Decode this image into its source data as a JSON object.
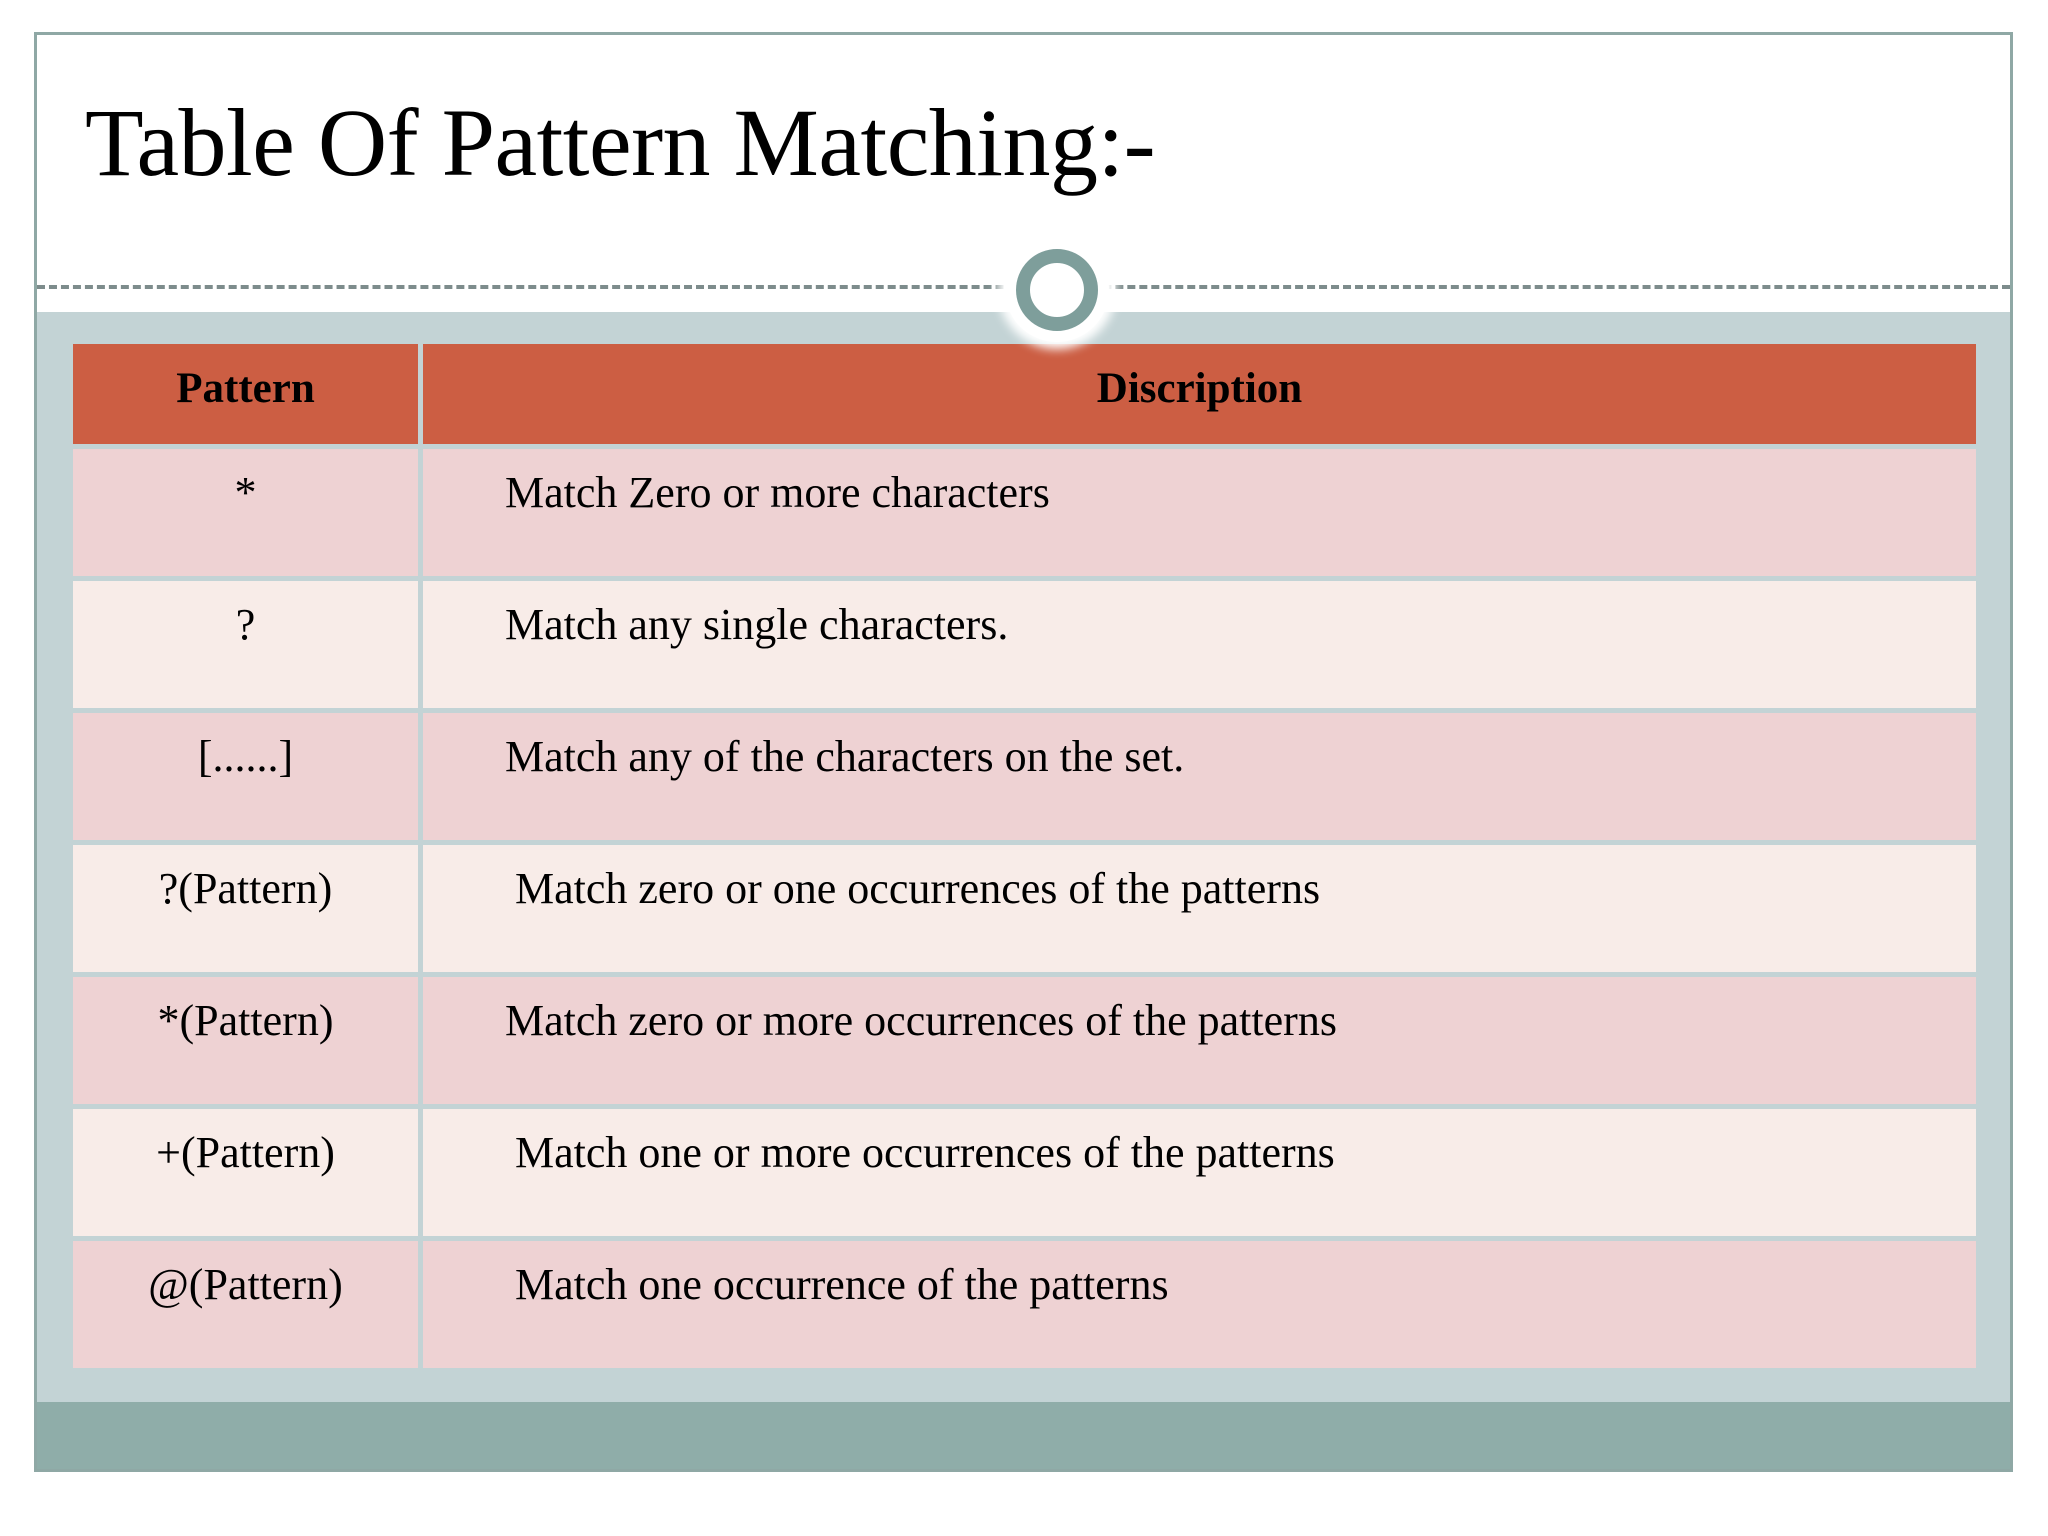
{
  "slide": {
    "title": "Table Of Pattern Matching:-",
    "colors": {
      "frame_border": "#8FA8A5",
      "panel_background": "#C3D3D5",
      "footer_band": "#8FADA9",
      "table_header": "#CC5E43",
      "row_odd": "#EED2D3",
      "row_even": "#F8ECE8",
      "ring_accent": "#7E9E9B",
      "dashed_rule": "#7D8C8C"
    },
    "decorations": {
      "ring": "circle-ring-decoration",
      "dashed_rule": "dashed-horizontal-rule"
    }
  },
  "table": {
    "headers": [
      "Pattern",
      "Discription"
    ],
    "rows": [
      {
        "pattern": "*",
        "description": "Match Zero or more characters",
        "indent": false
      },
      {
        "pattern": "?",
        "description": "Match any single characters.",
        "indent": false
      },
      {
        "pattern": "[......]",
        "description": "Match any of the characters on the set.",
        "indent": false
      },
      {
        "pattern": "?(Pattern)",
        "description": "Match zero or one occurrences of the patterns",
        "indent": true
      },
      {
        "pattern": "*(Pattern)",
        "description": "Match zero or more occurrences of the patterns",
        "indent": false
      },
      {
        "pattern": "+(Pattern)",
        "description": "Match one or more occurrences of the patterns",
        "indent": true
      },
      {
        "pattern": "@(Pattern)",
        "description": "Match one occurrence of the patterns",
        "indent": true
      }
    ]
  }
}
